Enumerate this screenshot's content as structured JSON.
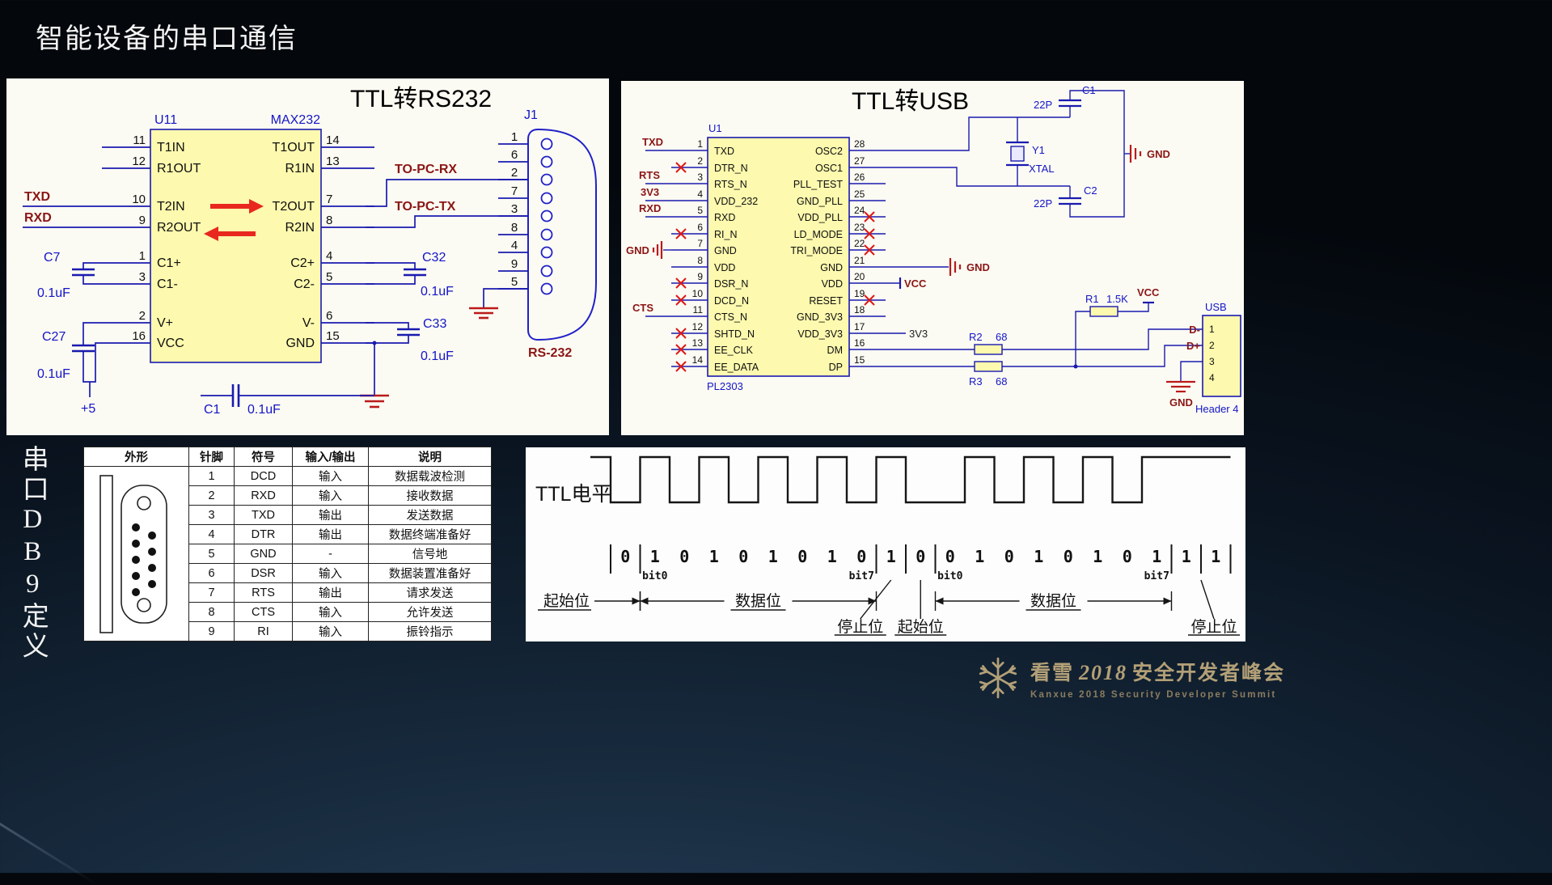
{
  "colors": {
    "wire": "#1a1ab0",
    "signal": "#8b1515",
    "chip_fill": "#fdf9ae",
    "arrow_red": "#e8281e",
    "gold": "#b3a077",
    "panel_bg": "#fbfbf3"
  },
  "slide": {
    "title": "智能设备的串口通信",
    "vertical_label": "串口DB9定义"
  },
  "rs232": {
    "heading": "TTL转RS232",
    "chip_ref": "U11",
    "chip_part": "MAX232",
    "left_pins": [
      {
        "num": "11",
        "name": "T1IN"
      },
      {
        "num": "12",
        "name": "R1OUT"
      },
      {
        "num": "10",
        "name": "T2IN"
      },
      {
        "num": "9",
        "name": "R2OUT"
      },
      {
        "num": "1",
        "name": "C1+"
      },
      {
        "num": "3",
        "name": "C1-"
      },
      {
        "num": "2",
        "name": "V+"
      },
      {
        "num": "16",
        "name": "VCC"
      }
    ],
    "right_pins": [
      {
        "num": "14",
        "name": "T1OUT"
      },
      {
        "num": "13",
        "name": "R1IN"
      },
      {
        "num": "7",
        "name": "T2OUT"
      },
      {
        "num": "8",
        "name": "R2IN"
      },
      {
        "num": "4",
        "name": "C2+"
      },
      {
        "num": "5",
        "name": "C2-"
      },
      {
        "num": "6",
        "name": "V-"
      },
      {
        "num": "15",
        "name": "GND"
      }
    ],
    "caps": [
      {
        "ref": "C7",
        "value": "0.1uF"
      },
      {
        "ref": "C27",
        "value": "0.1uF"
      },
      {
        "ref": "C32",
        "value": "0.1uF"
      },
      {
        "ref": "C33",
        "value": "0.1uF"
      },
      {
        "ref": "C1",
        "value": "0.1uF"
      }
    ],
    "labels": {
      "txd": "TXD",
      "rxd": "RXD",
      "to_pc_rx": "TO-PC-RX",
      "to_pc_tx": "TO-PC-TX",
      "j1": "J1",
      "rs232": "RS-232",
      "plus5": "+5"
    },
    "db9_pin_numbers": [
      "1",
      "6",
      "2",
      "7",
      "3",
      "8",
      "4",
      "9",
      "5"
    ]
  },
  "usb": {
    "heading": "TTL转USB",
    "chip_ref": "U1",
    "chip_part": "PL2303",
    "left_pins": [
      {
        "num": "1",
        "name": "TXD"
      },
      {
        "num": "2",
        "name": "DTR_N",
        "nc": true
      },
      {
        "num": "3",
        "name": "RTS_N"
      },
      {
        "num": "4",
        "name": "VDD_232"
      },
      {
        "num": "5",
        "name": "RXD"
      },
      {
        "num": "6",
        "name": "RI_N",
        "nc": true
      },
      {
        "num": "7",
        "name": "GND"
      },
      {
        "num": "8",
        "name": "VDD"
      },
      {
        "num": "9",
        "name": "DSR_N",
        "nc": true
      },
      {
        "num": "10",
        "name": "DCD_N",
        "nc": true
      },
      {
        "num": "11",
        "name": "CTS_N"
      },
      {
        "num": "12",
        "name": "SHTD_N",
        "nc": true
      },
      {
        "num": "13",
        "name": "EE_CLK",
        "nc": true
      },
      {
        "num": "14",
        "name": "EE_DATA",
        "nc": true
      }
    ],
    "right_pins": [
      {
        "num": "28",
        "name": "OSC2"
      },
      {
        "num": "27",
        "name": "OSC1"
      },
      {
        "num": "26",
        "name": "PLL_TEST"
      },
      {
        "num": "25",
        "name": "GND_PLL"
      },
      {
        "num": "24",
        "name": "VDD_PLL",
        "nc": true
      },
      {
        "num": "23",
        "name": "LD_MODE",
        "nc": true
      },
      {
        "num": "22",
        "name": "TRI_MODE",
        "nc": true
      },
      {
        "num": "21",
        "name": "GND"
      },
      {
        "num": "20",
        "name": "VDD"
      },
      {
        "num": "19",
        "name": "RESET",
        "nc": true
      },
      {
        "num": "18",
        "name": "GND_3V3"
      },
      {
        "num": "17",
        "name": "VDD_3V3"
      },
      {
        "num": "16",
        "name": "DM"
      },
      {
        "num": "15",
        "name": "DP"
      }
    ],
    "caps": [
      {
        "ref": "C1",
        "value": "22P"
      },
      {
        "ref": "C2",
        "value": "22P"
      }
    ],
    "resistors": [
      {
        "ref": "R1",
        "value": "1.5K"
      },
      {
        "ref": "R2",
        "value": "68"
      },
      {
        "ref": "R3",
        "value": "68"
      }
    ],
    "labels": {
      "txd": "TXD",
      "rts": "RTS",
      "v33": "3V3",
      "rxd": "RXD",
      "cts": "CTS",
      "gnd": "GND",
      "vcc": "VCC",
      "y1": "Y1",
      "xtal": "XTAL",
      "usb": "USB",
      "header": "Header 4",
      "dm": "D-",
      "dp": "D+",
      "usb_pins": [
        "1",
        "2",
        "3",
        "4"
      ]
    }
  },
  "db9_table": {
    "headers": [
      "外形",
      "针脚",
      "符号",
      "输入/输出",
      "说明"
    ],
    "rows": [
      {
        "pin": "1",
        "sym": "DCD",
        "dir": "输入",
        "desc": "数据载波检测"
      },
      {
        "pin": "2",
        "sym": "RXD",
        "dir": "输入",
        "desc": "接收数据"
      },
      {
        "pin": "3",
        "sym": "TXD",
        "dir": "输出",
        "desc": "发送数据"
      },
      {
        "pin": "4",
        "sym": "DTR",
        "dir": "输出",
        "desc": "数据终端准备好"
      },
      {
        "pin": "5",
        "sym": "GND",
        "dir": "-",
        "desc": "信号地"
      },
      {
        "pin": "6",
        "sym": "DSR",
        "dir": "输入",
        "desc": "数据装置准备好"
      },
      {
        "pin": "7",
        "sym": "RTS",
        "dir": "输出",
        "desc": "请求发送"
      },
      {
        "pin": "8",
        "sym": "CTS",
        "dir": "输入",
        "desc": "允许发送"
      },
      {
        "pin": "9",
        "sym": "RI",
        "dir": "输入",
        "desc": "振铃指示"
      }
    ]
  },
  "waveform": {
    "label": "TTL电平",
    "bits": [
      0,
      1,
      0,
      1,
      0,
      1,
      0,
      1,
      0,
      1,
      0,
      0,
      1,
      0,
      1,
      0,
      1,
      0,
      1,
      1,
      1
    ],
    "separators_after": [
      -1,
      0,
      8,
      9,
      10,
      18,
      19,
      20
    ],
    "bit_markers": [
      {
        "index": 1,
        "text": "bit0"
      },
      {
        "index": 8,
        "text": "bit7"
      },
      {
        "index": 11,
        "text": "bit0"
      },
      {
        "index": 18,
        "text": "bit7"
      }
    ],
    "group_labels": [
      {
        "text": "起始位",
        "from": 0,
        "to": 0,
        "style": "out-left"
      },
      {
        "text": "数据位",
        "from": 1,
        "to": 8,
        "style": "span"
      },
      {
        "text": "停止位",
        "from": 9,
        "to": 9,
        "style": "below"
      },
      {
        "text": "起始位",
        "from": 10,
        "to": 10,
        "style": "below"
      },
      {
        "text": "数据位",
        "from": 11,
        "to": 18,
        "style": "span"
      },
      {
        "text": "停止位",
        "from": 19,
        "to": 20,
        "style": "below"
      }
    ]
  },
  "footer": {
    "cn_a": "看雪",
    "year": "2018",
    "cn_b": "安全开发者峰会",
    "en": "Kanxue 2018 Security Developer Summit"
  }
}
